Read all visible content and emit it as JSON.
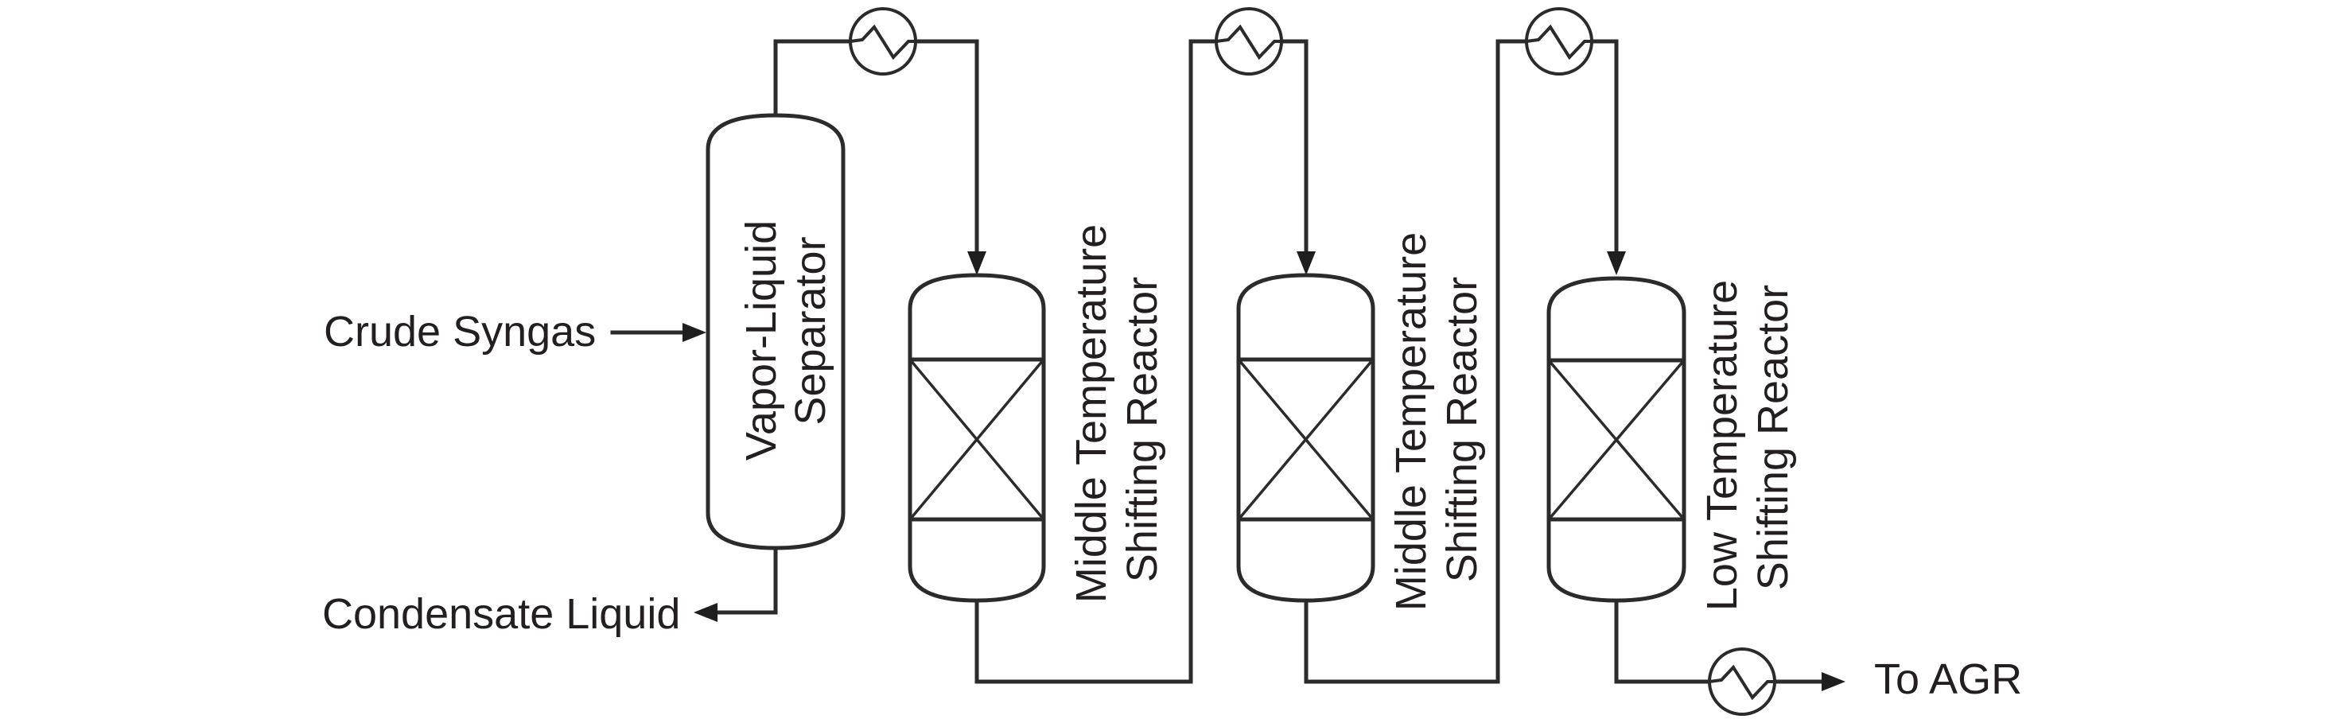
{
  "diagram": {
    "title": "CO shift process flow",
    "colors": {
      "line": "#2b2b2b",
      "text": "#231f20",
      "background": "#ffffff"
    },
    "streams": {
      "inlet": {
        "label": "Crude Syngas",
        "direction": "in"
      },
      "drain": {
        "label": "Condensate Liquid",
        "direction": "out"
      },
      "outlet": {
        "label": "To AGR",
        "direction": "out"
      }
    },
    "equipment": [
      {
        "id": "separator",
        "type": "vapor-liquid-separator",
        "label_lines": [
          "Vapor-Liquid",
          "Separator"
        ]
      },
      {
        "id": "reactor-1",
        "type": "fixed-bed-reactor",
        "label_lines": [
          "Middle Temperature",
          "Shifting Reactor"
        ]
      },
      {
        "id": "reactor-2",
        "type": "fixed-bed-reactor",
        "label_lines": [
          "Middle Temperature",
          "Shifting Reactor"
        ]
      },
      {
        "id": "reactor-3",
        "type": "fixed-bed-reactor",
        "label_lines": [
          "Low Temperature",
          "Shifting Reactor"
        ]
      }
    ],
    "heat_exchangers": [
      {
        "id": "hx-1",
        "between": [
          "separator",
          "reactor-1"
        ]
      },
      {
        "id": "hx-2",
        "between": [
          "reactor-1",
          "reactor-2"
        ]
      },
      {
        "id": "hx-3",
        "between": [
          "reactor-2",
          "reactor-3"
        ]
      },
      {
        "id": "hx-4",
        "between": [
          "reactor-3",
          "To AGR"
        ]
      }
    ]
  }
}
